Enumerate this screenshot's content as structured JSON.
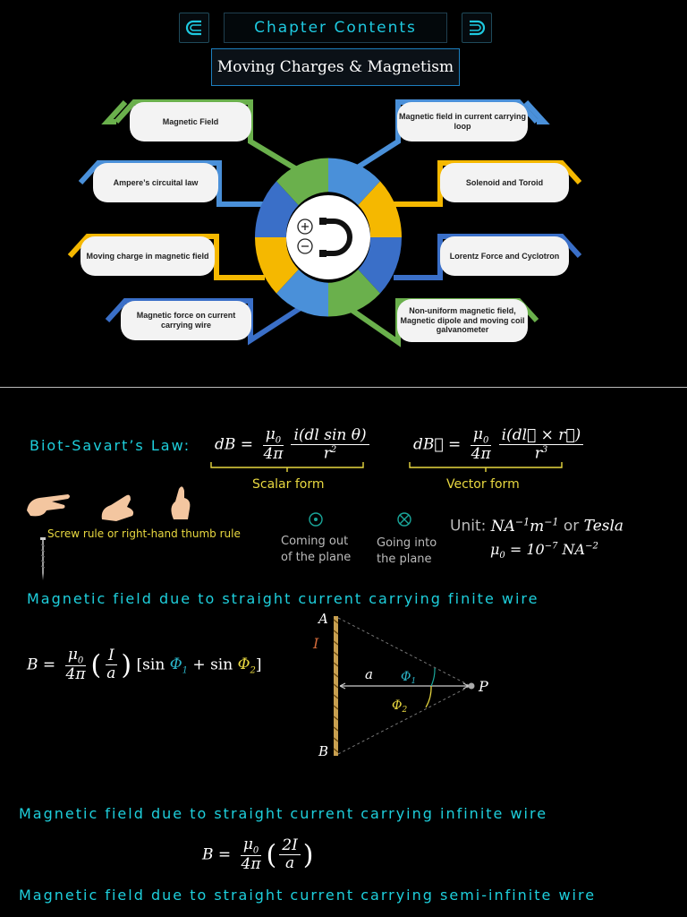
{
  "header": {
    "chapter_label": "Chapter Contents",
    "subject_title": "Moving Charges & Magnetism"
  },
  "mindmap": {
    "center_icon": "magnet-icon",
    "topics_left": [
      "Magnetic Field",
      "Ampere’s circuital law",
      "Moving charge in magnetic field",
      "Magnetic force on current carrying wire"
    ],
    "topics_right": [
      "Magnetic field in current carrying loop",
      "Solenoid and Toroid",
      "Lorentz Force and Cyclotron",
      "Non-uniform magnetic field, Magnetic dipole and moving coil galvanometer"
    ],
    "colors": {
      "green": "#6ab04c",
      "blue": "#4a90d9",
      "yellow": "#f5b800",
      "deep_blue": "#3a6fc8"
    }
  },
  "biot": {
    "label": "Biot-Savart’s Law:",
    "scalar_caption": "Scalar form",
    "vector_caption": "Vector form",
    "hand_rule_caption": "Screw rule or right-hand thumb rule",
    "coming_out": "Coming out of the plane",
    "going_into": "Going into the plane",
    "unit_prefix": "Unit: ",
    "unit_or": " or ",
    "unit_tesla": "Tesla"
  },
  "finite_wire": {
    "heading": "Magnetic field due to straight current carrying finite wire",
    "labels": {
      "A": "A",
      "B": "B",
      "I": "I",
      "a": "a",
      "P": "P"
    }
  },
  "infinite_wire": {
    "heading": "Magnetic field due to straight current carrying infinite wire"
  },
  "semi_infinite_wire": {
    "heading": "Magnetic field due to straight current carrying semi-infinite wire"
  }
}
